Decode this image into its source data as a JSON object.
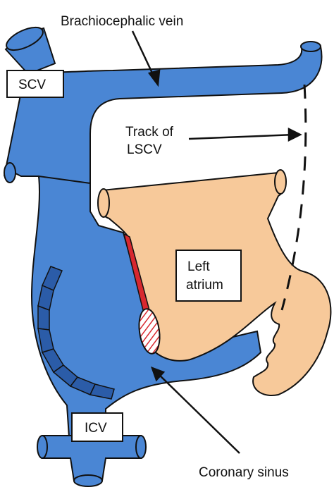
{
  "labels": {
    "brachiocephalic": "Brachiocephalic vein",
    "scv": "SCV",
    "track_line1": "Track of",
    "track_line2": "LSCV",
    "left_atrium_line1": "Left",
    "left_atrium_line2": "atrium",
    "icv": "ICV",
    "coronary_sinus": "Coronary sinus"
  },
  "colors": {
    "vein": "#4a86d4",
    "vein_dark": "#2b5ca8",
    "atrium": "#f7c99a",
    "outline": "#111111",
    "red": "#d8282f"
  }
}
